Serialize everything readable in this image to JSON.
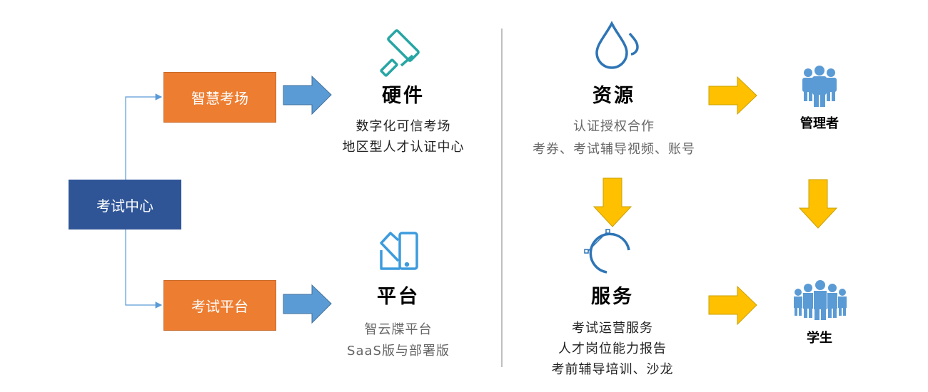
{
  "center": {
    "label": "考试中心"
  },
  "branches": [
    {
      "label": "智慧考场"
    },
    {
      "label": "考试平台"
    }
  ],
  "hardware": {
    "title": "硬件",
    "lines": [
      "数字化可信考场",
      "地区型人才认证中心"
    ]
  },
  "platform": {
    "title": "平台",
    "lines": [
      "智云牒平台",
      "SaaS版与部署版"
    ]
  },
  "resources": {
    "title": "资源",
    "lines": [
      "认证授权合作",
      "考券、考试辅导视频、账号"
    ]
  },
  "services": {
    "title": "服务",
    "lines": [
      "考试运营服务",
      "人才岗位能力报告",
      "考前辅导培训、沙龙"
    ]
  },
  "roles": {
    "manager": "管理者",
    "student": "学生"
  },
  "colors": {
    "orange": "#ED7D31",
    "navy": "#2F5597",
    "blue": "#5B9BD5",
    "yellow": "#FFC000",
    "teal": "#26A6A4",
    "iconBlue": "#2E75B6"
  }
}
